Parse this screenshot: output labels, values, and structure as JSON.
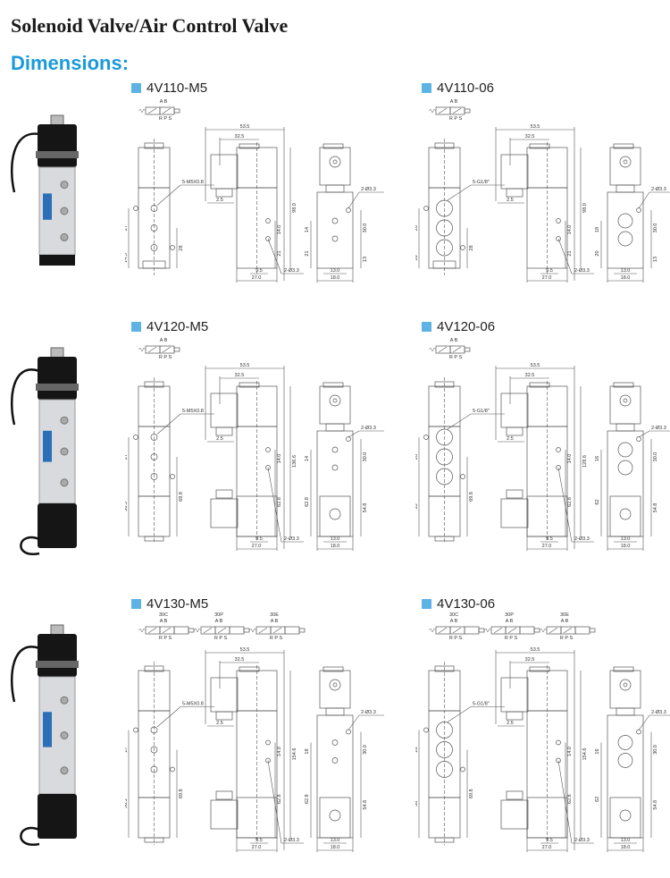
{
  "header": {
    "title": "Solenoid Valve/Air Control Valve",
    "section": "Dimensions:"
  },
  "colors": {
    "accent": "#1a9ad9",
    "marker": "#5cb3e4",
    "line": "#555555"
  },
  "panels": [
    {
      "model": "4V110-M5",
      "symbols": [
        {
          "ports_top": "A B",
          "ports_bottom": "R P S"
        }
      ],
      "front": {
        "port": "5-M5X0.8",
        "a": "27",
        "b": "14.5",
        "c": "28"
      },
      "side": {
        "len": "53.5",
        "coil": "32.5",
        "step": "2.5",
        "pitch": "14.0",
        "lower": "21",
        "height": "98.0",
        "x95": "9.5",
        "width": "27.0",
        "hole": "2-Ø3.3"
      },
      "end": {
        "hole": "2-Ø3.3",
        "a": "14",
        "b": "21",
        "c": "30.0",
        "d": "13",
        "w1": "13.0",
        "w2": "18.0"
      }
    },
    {
      "model": "4V110-06",
      "symbols": [
        {
          "ports_top": "A B",
          "ports_bottom": "R P S"
        }
      ],
      "front": {
        "port": "5-G1/8\"",
        "a": "28",
        "b": "16",
        "c": "28"
      },
      "side": {
        "len": "53.5",
        "coil": "32.5",
        "step": "2.5",
        "pitch": "14.0",
        "lower": "21",
        "height": "98.0",
        "x95": "9.5",
        "width": "27.0",
        "hole": "2-Ø3.3"
      },
      "end": {
        "hole": "2-Ø3.3",
        "a": "18",
        "b": "20",
        "c": "30.0",
        "d": "13",
        "w1": "13.0",
        "w2": "18.0"
      }
    },
    {
      "model": "4V120-M5",
      "symbols": [
        {
          "ports_top": "A B",
          "ports_bottom": "R P S"
        }
      ],
      "front": {
        "port": "5-M5X0.8",
        "a": "27",
        "b": "36.3",
        "c": "69.8"
      },
      "side": {
        "len": "53.5",
        "coil": "32.5",
        "step": "2.5",
        "pitch": "14.0",
        "lower": "62.8",
        "height": "136.6",
        "x95": "9.5",
        "width": "27.0",
        "hole": "2-Ø3.3"
      },
      "end": {
        "hole": "2-Ø3.3",
        "a": "14",
        "b": "62.8",
        "c": "30.0",
        "d": "54.8",
        "w1": "13.0",
        "w2": "18.0"
      }
    },
    {
      "model": "4V120-06",
      "symbols": [
        {
          "ports_top": "A B",
          "ports_bottom": "R P S"
        }
      ],
      "front": {
        "port": "5-G1/8\"",
        "a": "28",
        "b": "55",
        "c": "69.8"
      },
      "side": {
        "len": "53.5",
        "coil": "32.5",
        "step": "2.5",
        "pitch": "14.0",
        "lower": "62.8",
        "height": "128.6",
        "x95": "9.5",
        "width": "27.0",
        "hole": "2-Ø3.3"
      },
      "end": {
        "hole": "2-Ø3.3",
        "a": "16",
        "b": "62",
        "c": "30.0",
        "d": "54.8",
        "w1": "13.0",
        "w2": "18.0"
      }
    },
    {
      "model": "4V130-M5",
      "symbols": [
        {
          "label": "30C",
          "ports_top": "A B",
          "ports_bottom": "R P S"
        },
        {
          "label": "30P",
          "ports_top": "A B",
          "ports_bottom": "R P S"
        },
        {
          "label": "30E",
          "ports_top": "A B",
          "ports_bottom": "R P S"
        }
      ],
      "front": {
        "port": "5-M5X0.8",
        "a": "27",
        "b": "56.3",
        "c": "69.8"
      },
      "side": {
        "len": "53.5",
        "coil": "32.5",
        "step": "2.5",
        "pitch": "14.0",
        "lower": "62.8",
        "height": "154.6",
        "x95": "9.5",
        "width": "27.0",
        "hole": "2-Ø3.3"
      },
      "end": {
        "hole": "2-Ø3.3",
        "a": "18",
        "b": "62.8",
        "c": "30.0",
        "d": "54.8",
        "w1": "13.0",
        "w2": "18.0"
      }
    },
    {
      "model": "4V130-06",
      "symbols": [
        {
          "label": "30C",
          "ports_top": "A B",
          "ports_bottom": "R P S"
        },
        {
          "label": "30P",
          "ports_top": "A B",
          "ports_bottom": "R P S"
        },
        {
          "label": "30E",
          "ports_top": "A B",
          "ports_bottom": "R P S"
        }
      ],
      "front": {
        "port": "5-G1/8\"",
        "a": "28",
        "b": "58",
        "c": "69.8"
      },
      "side": {
        "len": "53.5",
        "coil": "32.5",
        "step": "2.5",
        "pitch": "14.0",
        "lower": "62.8",
        "height": "154.6",
        "x95": "9.5",
        "width": "27.0",
        "hole": "2-Ø3.3"
      },
      "end": {
        "hole": "2-Ø3.3",
        "a": "16",
        "b": "62",
        "c": "30.0",
        "d": "54.8",
        "w1": "13.0",
        "w2": "18.0"
      }
    }
  ]
}
